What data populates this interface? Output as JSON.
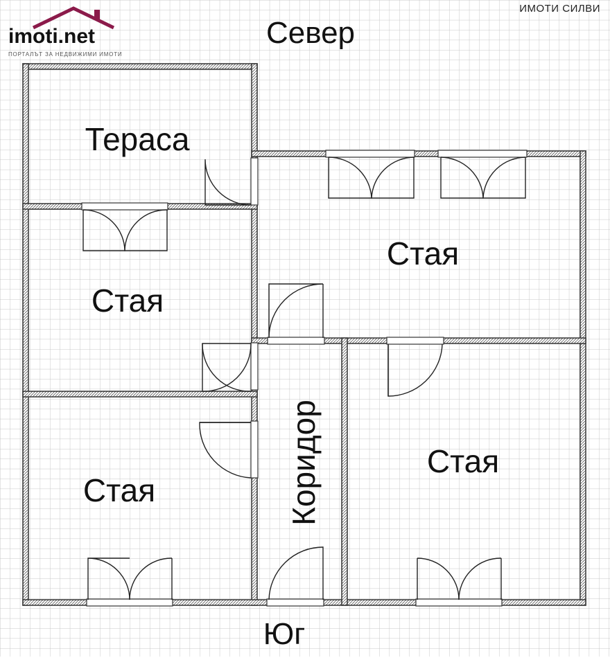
{
  "watermark": {
    "logo_text": "imoti.net",
    "logo_tagline": "ПОРТАЛЪТ ЗА НЕДВИЖИМИ ИМОТИ",
    "brand": "ИМОТИ СИЛВИ"
  },
  "compass": {
    "north": "Север",
    "south": "Юг"
  },
  "rooms": {
    "terrace": "Тераса",
    "room_top_left": "Стая",
    "room_top_right": "Стая",
    "room_bottom_left": "Стая",
    "room_bottom_right": "Стая",
    "corridor": "Коридор"
  },
  "colors": {
    "wall": "#333333",
    "grid": "#c8c8c8",
    "logo_accent": "#8b1a4a"
  }
}
